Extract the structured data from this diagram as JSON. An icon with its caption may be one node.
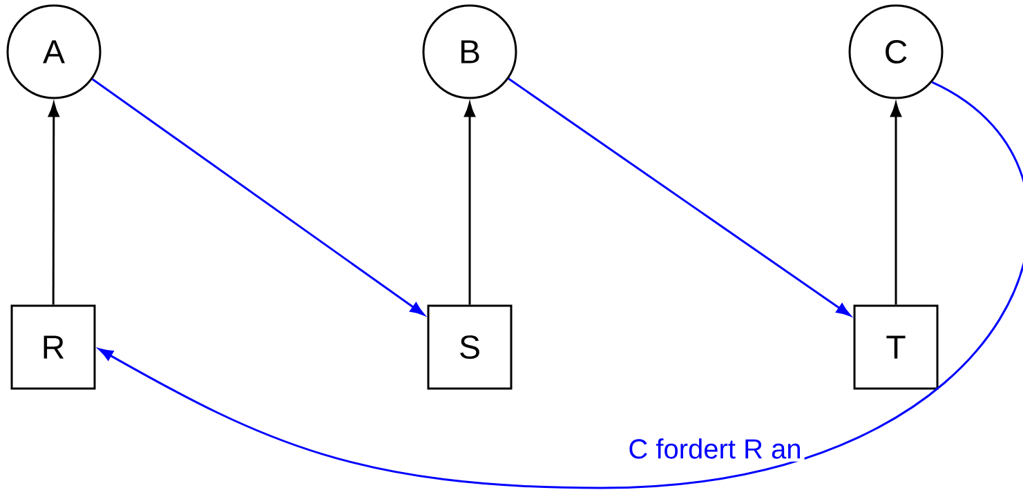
{
  "diagram": {
    "nodes": [
      {
        "text": [
          "A"
        ]
      },
      {
        "text": [
          "B"
        ]
      },
      {
        "text": [
          "C"
        ]
      },
      {
        "text": [
          "R"
        ]
      },
      {
        "text": [
          "S"
        ]
      },
      {
        "text": [
          "T"
        ]
      }
    ],
    "edges": [
      {
        "from": 3,
        "to": 0,
        "arrow": "to"
      },
      {
        "from": 0,
        "to": 4,
        "arrow": "to",
        "color": "#0000ff"
      },
      {
        "from": 4,
        "to": 1,
        "arrow": "to"
      },
      {
        "from": 1,
        "to": 5,
        "arrow": "to",
        "color": "#0000ff"
      },
      {
        "from": 5,
        "to": 2,
        "arrow": "to"
      },
      {
        "from": 2,
        "to": 3,
        "arrow": "to",
        "color": "#0000ff",
        "label": "C fordert R an"
      }
    ]
  }
}
